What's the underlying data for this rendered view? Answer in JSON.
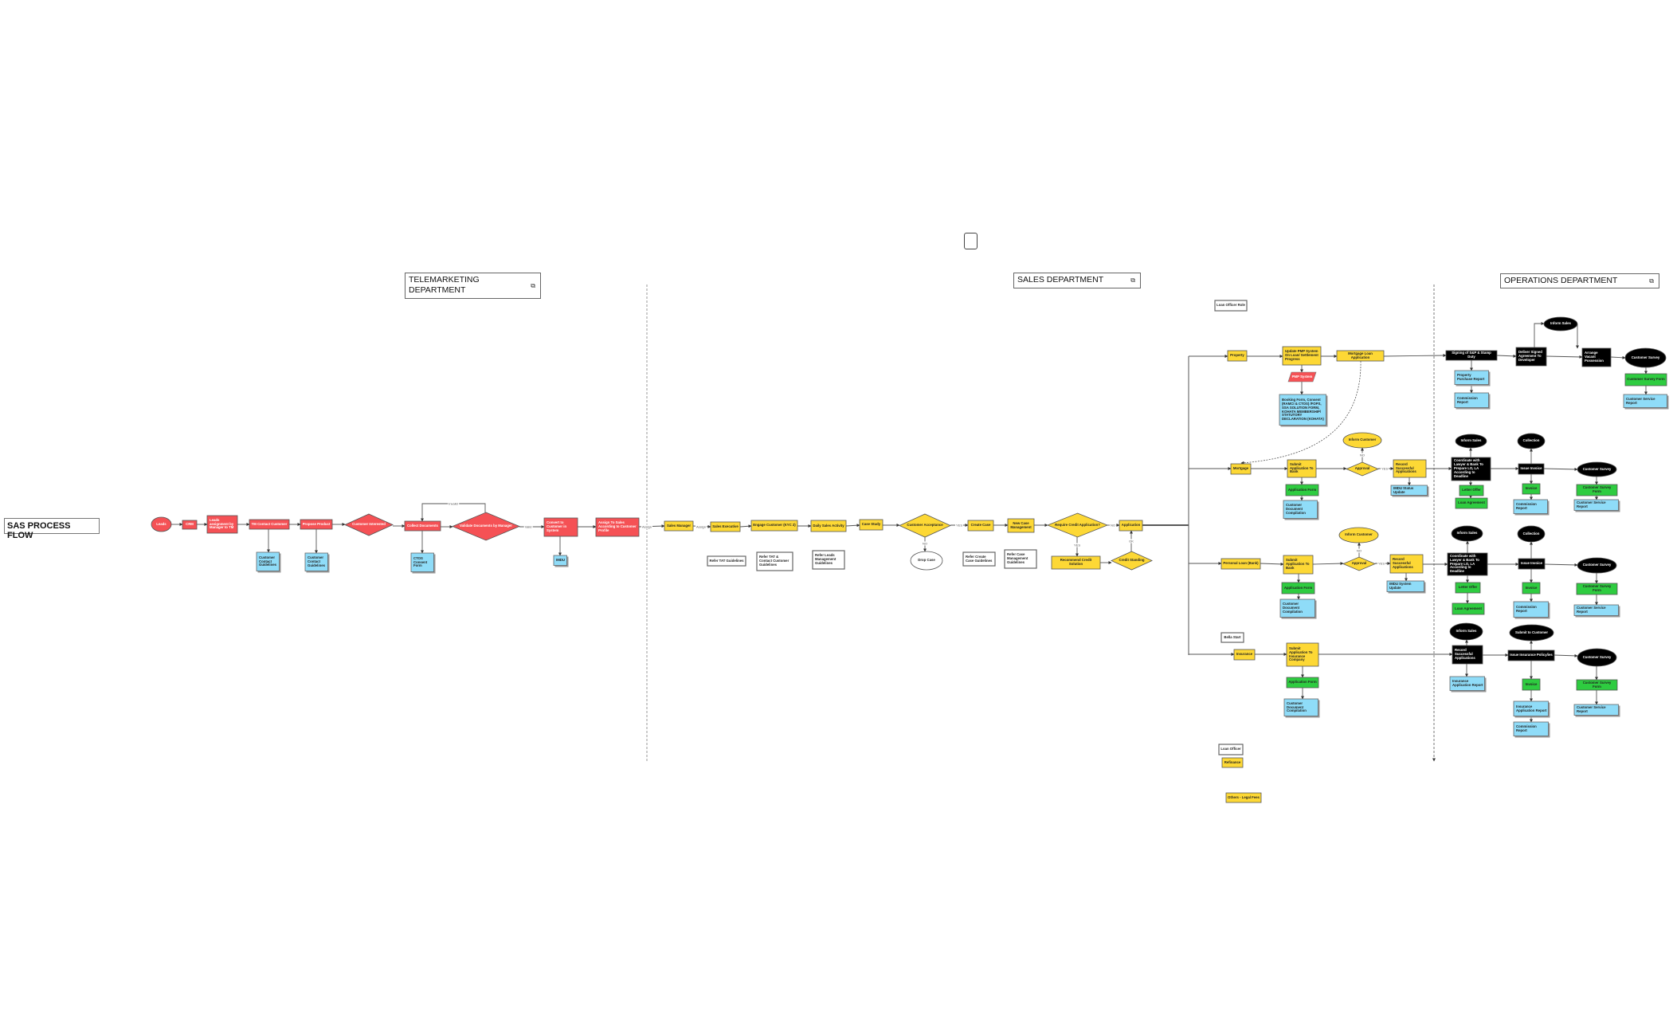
{
  "title": "SAS PROCESS FLOW",
  "headers": {
    "telemarketing": "TELEMARKETING DEPARTMENT",
    "sales": "SALES DEPARTMENT",
    "operations": "OPERATIONS DEPARTMENT",
    "icon": "link-copy-icon"
  },
  "colors": {
    "red": "#f55155",
    "yellow": "#fdd835",
    "blue": "#8fdcf8",
    "green": "#2ecc40",
    "black": "#000000"
  },
  "edge_labels": {
    "invalid": "Invalid",
    "valid": "Valid",
    "assign1": "Assign",
    "assign2": "Assign",
    "accept_yes": "YES",
    "accept_no": "NO",
    "credit_yes": "YES",
    "credit_no": "NO",
    "credit_ok": "OK",
    "mortgage_no": "NO",
    "mortgage_yes": "YES",
    "personal_no": "NO",
    "personal_yes": "YES"
  },
  "nodes": {
    "t_leads": "Leads",
    "t_crm": "CRM",
    "t_assign": "Leads assignment by Manager to TM",
    "t_contact": "TM Contact Customer",
    "t_propose": "Propose Product",
    "t_guid1": "Customer Contact Guidelines",
    "t_guid2": "Customer Contact Guidelines",
    "t_interested": "Customer Interested",
    "t_collect": "Collect Documents",
    "t_validate": "Validate Documents by Manager",
    "t_convert": "Convert to Customer in System",
    "t_assignsales": "Assign To Sales According to Customer Profile",
    "t_ctos": "CTOS Consent Form",
    "t_imdu": "IMDU",
    "s_mgr": "Sales Manager",
    "s_exec": "Sales Executive",
    "s_engage": "Engage Customer (KYC 2)",
    "s_daily": "Daily Sales Activity",
    "s_case": "Case Study",
    "s_accept": "Customer Acceptance",
    "s_create": "Create Case",
    "s_newcase": "New Case Management",
    "s_require": "Require Credit Application?",
    "s_app": "Application",
    "s_recommend": "Recommend Credit Solution",
    "s_credit": "Credit Standing",
    "s_drop": "Drop Case",
    "n_tat": "Refer TAT Guidelines",
    "n_tat2": "Refer TAT & Contact Customer Guidelines",
    "n_leads": "Refer Leads Management Guidelines",
    "n_create": "Refer Create Case Guidelines",
    "n_casemgmt": "Refer Case Management Guidelines",
    "n_lor": "Loan Officer Role",
    "s_property": "Property",
    "s_updatepmp": "Update PMP System On Loan/ Settlement Progress",
    "s_mla": "Mortgage Loan Application",
    "s_pmp": "PMP System",
    "s_booking": "Booking Form, Consent (RAMCI & CTOS) /FOPS, SSA SOLUTION FORM, KOHATA MEMBERSHIP/ STATUTORY DECLARATION (KOHATA)",
    "s_mortgage": "Mortgage",
    "s_submit1": "Submit Application To Bank",
    "s_appform1": "Application Form",
    "s_cdc1": "Customer Document Compilation",
    "s_approval1": "Approval",
    "s_inform1": "Inform Customer",
    "s_record1": "Record Successful Applications",
    "s_imdu1": "IMDU Status Update",
    "s_personal": "Personal Loan (Bank)",
    "s_submit2": "Submit Application To Bank",
    "s_appform2": "Application Form",
    "s_cdc2": "Customer Document Compilation",
    "s_approval2": "Approval",
    "s_inform2": "Inform Customer",
    "s_record2": "Record Successful Applications",
    "s_imdu2": "IMDU System Update",
    "n_bella": "Bella Start",
    "s_insurance": "Insurance",
    "s_submit3": "Submit Application To Insurance Company",
    "s_appform3": "Application Form",
    "s_cdc3": "Customer Document Compilation",
    "n_lo": "Loan Officer",
    "s_refinance": "Refinance",
    "s_legal": "Others - Legal Fees",
    "o_signing": "Signing of S&P & Stamp Duty",
    "o_deliver": "Deliver Signed Agreement To Developer",
    "o_inform1": "Inform Sales",
    "o_arrange": "Arrange Vacant Possession",
    "o_survey1": "Customer Survey",
    "o_ppr": "Property Purchase Report",
    "o_comm1": "Commission Report",
    "o_csf1": "Customer Survey Form",
    "o_csr1": "Customer Service Report",
    "o_coord1": "Coordinate with Lawyer & Bank To Prepare LO, LA According to Deadline",
    "o_inform2": "Inform Sales",
    "o_letter1": "Letter Offer",
    "o_loan1": "Loan Agreement",
    "o_invoice1": "Issue Invoice",
    "o_collection1": "Collection",
    "o_inv1": "Invoice",
    "o_comm2": "Commission Report",
    "o_survey2": "Customer Survey",
    "o_csf2": "Customer Survey Form",
    "o_csr2": "Customer Service Report",
    "o_coord2": "Coordinate with Lawyer & Bank To Prepare LO, LA According to Deadline",
    "o_inform3": "Inform Sales",
    "o_letter2": "Letter Offer",
    "o_loan2": "Loan Agreement",
    "o_invoice2": "Issue Invoice",
    "o_collection2": "Collection",
    "o_inv2": "Invoice",
    "o_comm3": "Commission Report",
    "o_survey3": "Customer Survey",
    "o_csf3": "Customer Survey Form",
    "o_csr3": "Customer Service Report",
    "o_record": "Record Successful Applications",
    "o_inform4": "Inform Sales",
    "o_policy": "Issue Insurance Policy/ies",
    "o_submitcust": "Submit to Customer",
    "o_survey4": "Customer Survey",
    "o_iar1": "Insurance Application Report",
    "o_inv3": "Invoice",
    "o_iar2": "Insurance Application Report",
    "o_comm4": "Commission Report",
    "o_csf4": "Customer Survey Form",
    "o_csr4": "Customer Service Report"
  }
}
